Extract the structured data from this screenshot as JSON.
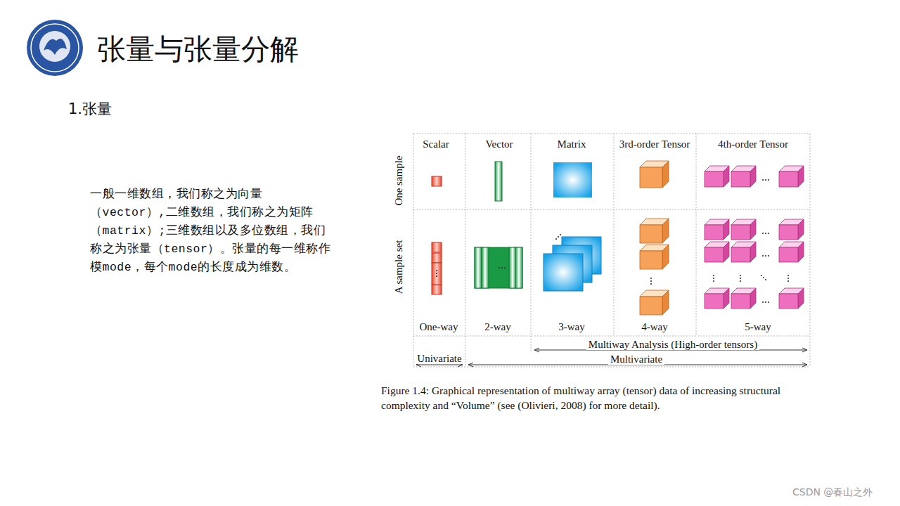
{
  "diagram": {
    "title": "张量与张量分解",
    "caption": "Figure 1.4: Graphical representation of multiway array (tensor) data of increasing structural complexity and “Volume” (see (Olivieri, 2008) for more detail).",
    "labels": [
      "1.张量",
      "一般一维数组，我们称之为向量（vector）,二维数组，我们称之为矩阵（matrix）;三维数组以及多位数组，我们称之为张量（tensor）。张量的每一维称作模mode，每个mode的长度成为维数。",
      "Scalar",
      "Vector",
      "Matrix",
      "3rd-order Tensor",
      "4th-order Tensor",
      "One sample",
      "A sample set",
      "One-way",
      "2-way",
      "3-way",
      "4-way",
      "5-way",
      "Multiway Analysis (High-order tensors)",
      "Univariate",
      "Multivariate",
      "CSDN @春山之外"
    ]
  }
}
